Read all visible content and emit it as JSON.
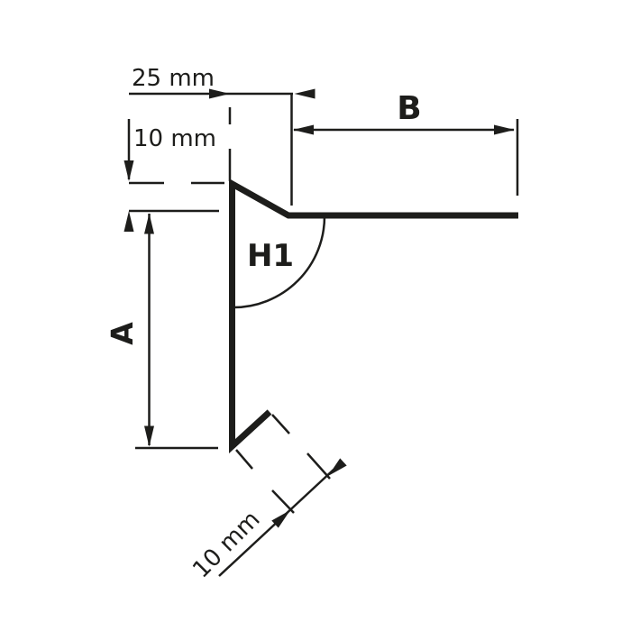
{
  "diagram": {
    "labels": {
      "top_offset": "25 mm",
      "top_drop": "10 mm",
      "flange_width": "B",
      "profile_height": "A",
      "angle": "H1",
      "kick_length": "10 mm"
    },
    "colors": {
      "line": "#1d1d1b",
      "background": "#ffffff"
    }
  }
}
